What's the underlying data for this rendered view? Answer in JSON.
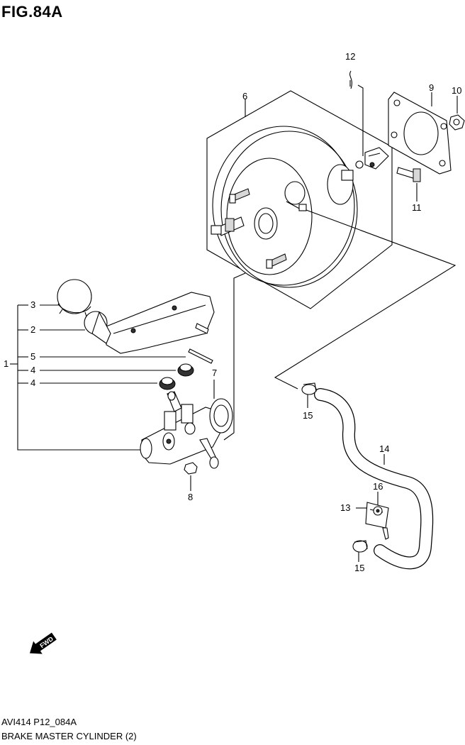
{
  "figure": {
    "title": "FIG.84A",
    "code": "AVI414 P12_084A",
    "name": "BRAKE MASTER CYLINDER (2)"
  },
  "callouts": [
    {
      "id": "c1",
      "label": "1"
    },
    {
      "id": "c2",
      "label": "2"
    },
    {
      "id": "c3",
      "label": "3"
    },
    {
      "id": "c4a",
      "label": "4"
    },
    {
      "id": "c4b",
      "label": "4"
    },
    {
      "id": "c5",
      "label": "5"
    },
    {
      "id": "c6",
      "label": "6"
    },
    {
      "id": "c7",
      "label": "7"
    },
    {
      "id": "c8",
      "label": "8"
    },
    {
      "id": "c9",
      "label": "9"
    },
    {
      "id": "c10",
      "label": "10"
    },
    {
      "id": "c11",
      "label": "11"
    },
    {
      "id": "c12",
      "label": "12"
    },
    {
      "id": "c13",
      "label": "13"
    },
    {
      "id": "c14",
      "label": "14"
    },
    {
      "id": "c15a",
      "label": "15"
    },
    {
      "id": "c15b",
      "label": "15"
    },
    {
      "id": "c16",
      "label": "16"
    }
  ],
  "fwd_arrow": {
    "label": "FWD"
  }
}
